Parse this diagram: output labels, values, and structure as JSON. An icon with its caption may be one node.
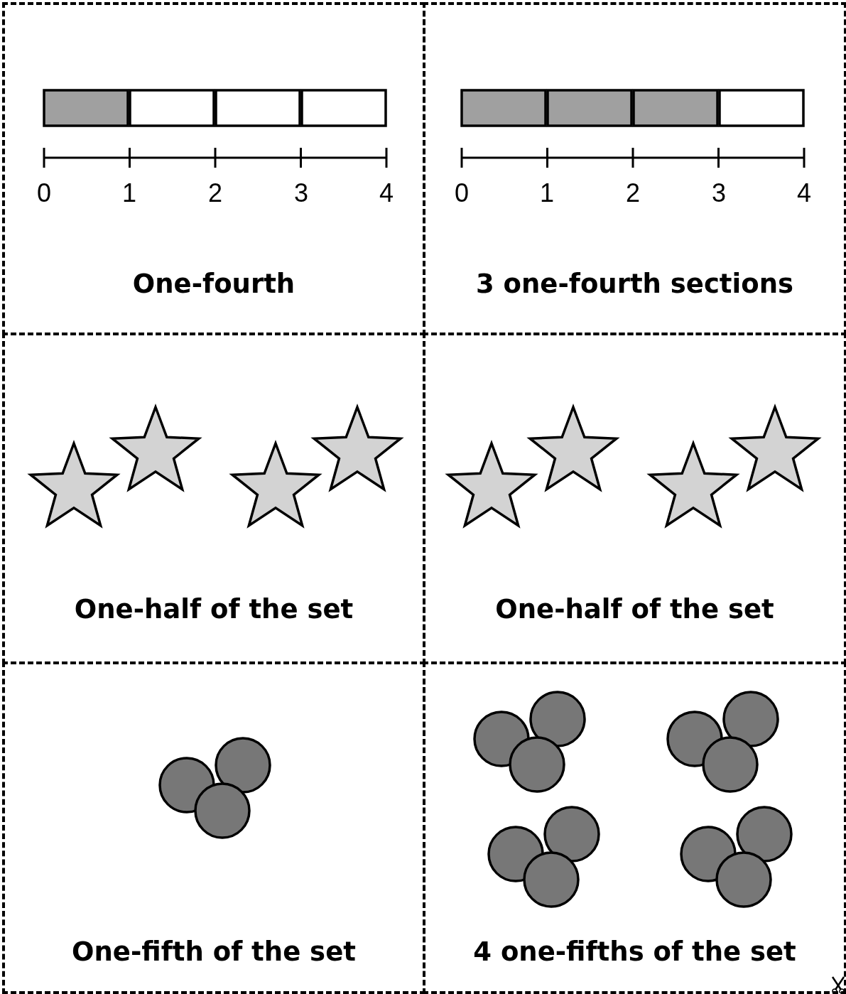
{
  "diagram": {
    "nodes": [
      {
        "text": [
          "One-fourth"
        ]
      },
      {
        "text": [
          "3 one-fourth sections"
        ]
      },
      {
        "text": [
          "One-half of the set"
        ]
      },
      {
        "text": [
          "One-half of the set"
        ]
      },
      {
        "text": [
          "One-fifth of the set"
        ]
      },
      {
        "text": [
          "4 one-fifths of the set"
        ]
      }
    ],
    "labels": [
      "0",
      "1",
      "2",
      "3",
      "4",
      "0",
      "1",
      "2",
      "3",
      "4"
    ]
  }
}
